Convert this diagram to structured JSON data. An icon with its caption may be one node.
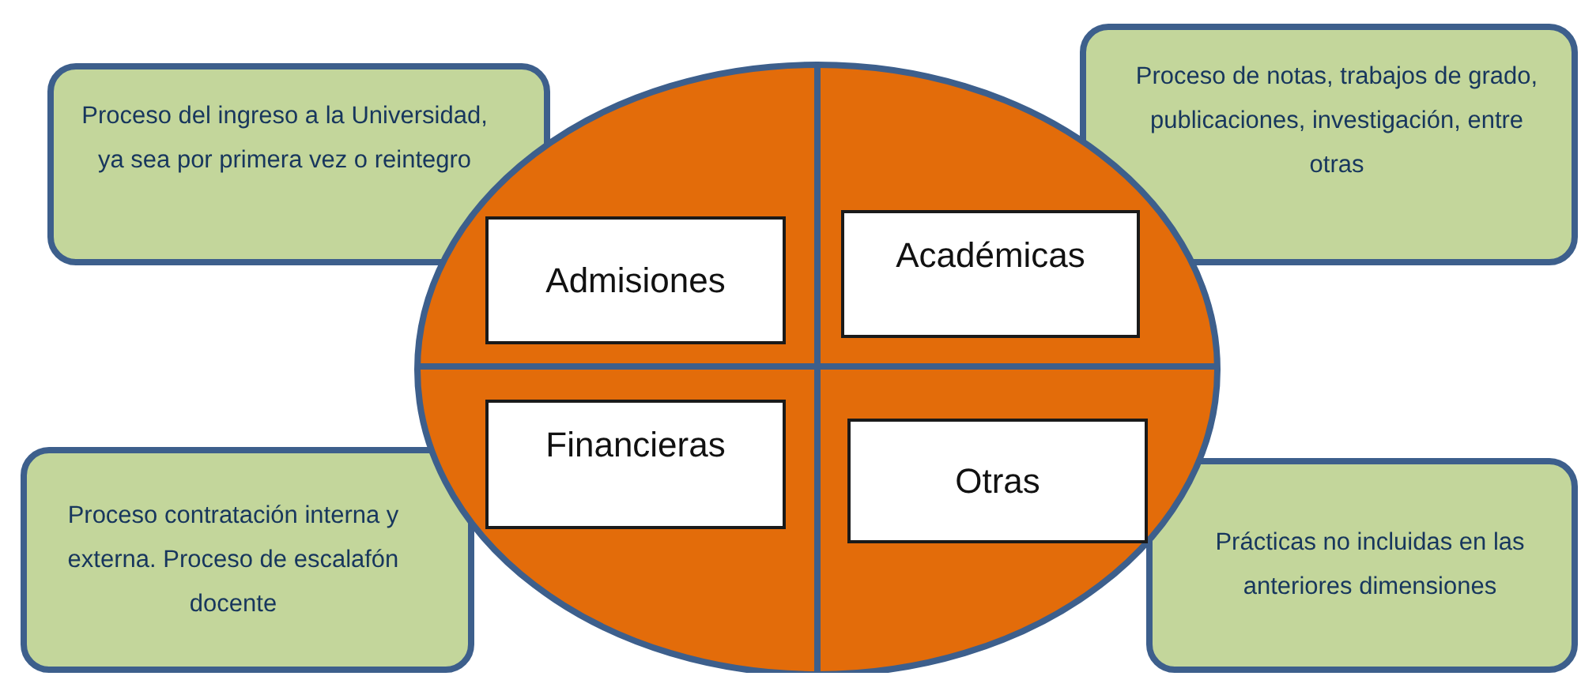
{
  "diagram": {
    "nodes": [
      {
        "text": [],
        "shape": "ellipse"
      },
      {
        "text": [
          "Proceso del ingreso a la Universidad, ya sea por primera vez o reintegro"
        ]
      },
      {
        "text": [
          "Admisiones"
        ],
        "in": 0
      },
      {
        "text": [
          "Académicas"
        ],
        "in": 0
      },
      {
        "text": [
          "Proceso de notas, trabajos de grado, publicaciones, investigación, entre otras"
        ]
      },
      {
        "text": [
          "Proceso contratación interna y externa. Proceso de escalafón docente"
        ]
      },
      {
        "text": [
          "Financieras"
        ],
        "in": 0
      },
      {
        "text": [
          "Otras"
        ],
        "in": 0
      },
      {
        "text": [
          "Prácticas no incluidas en las anteriores dimensiones"
        ]
      }
    ]
  }
}
